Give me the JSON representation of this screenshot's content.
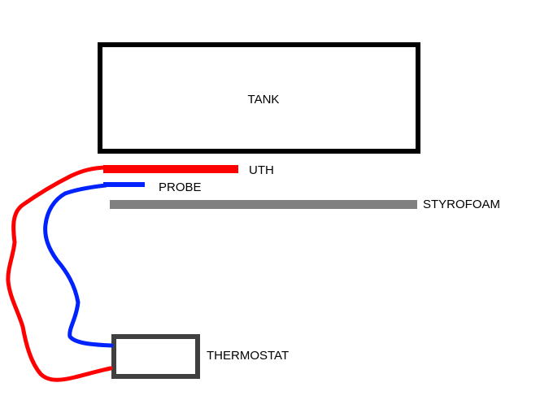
{
  "diagram": {
    "labels": {
      "tank": "TANK",
      "uth": "UTH",
      "probe": "PROBE",
      "styrofoam": "STYROFOAM",
      "thermostat": "THERMOSTAT"
    },
    "colors": {
      "background": "#ffffff",
      "tank_outline": "#000000",
      "uth": "#ff0000",
      "probe": "#0022ff",
      "styrofoam": "#808080",
      "thermostat_outline": "#404040",
      "uth_wire": "#ff0000",
      "probe_wire": "#0022ff"
    }
  }
}
